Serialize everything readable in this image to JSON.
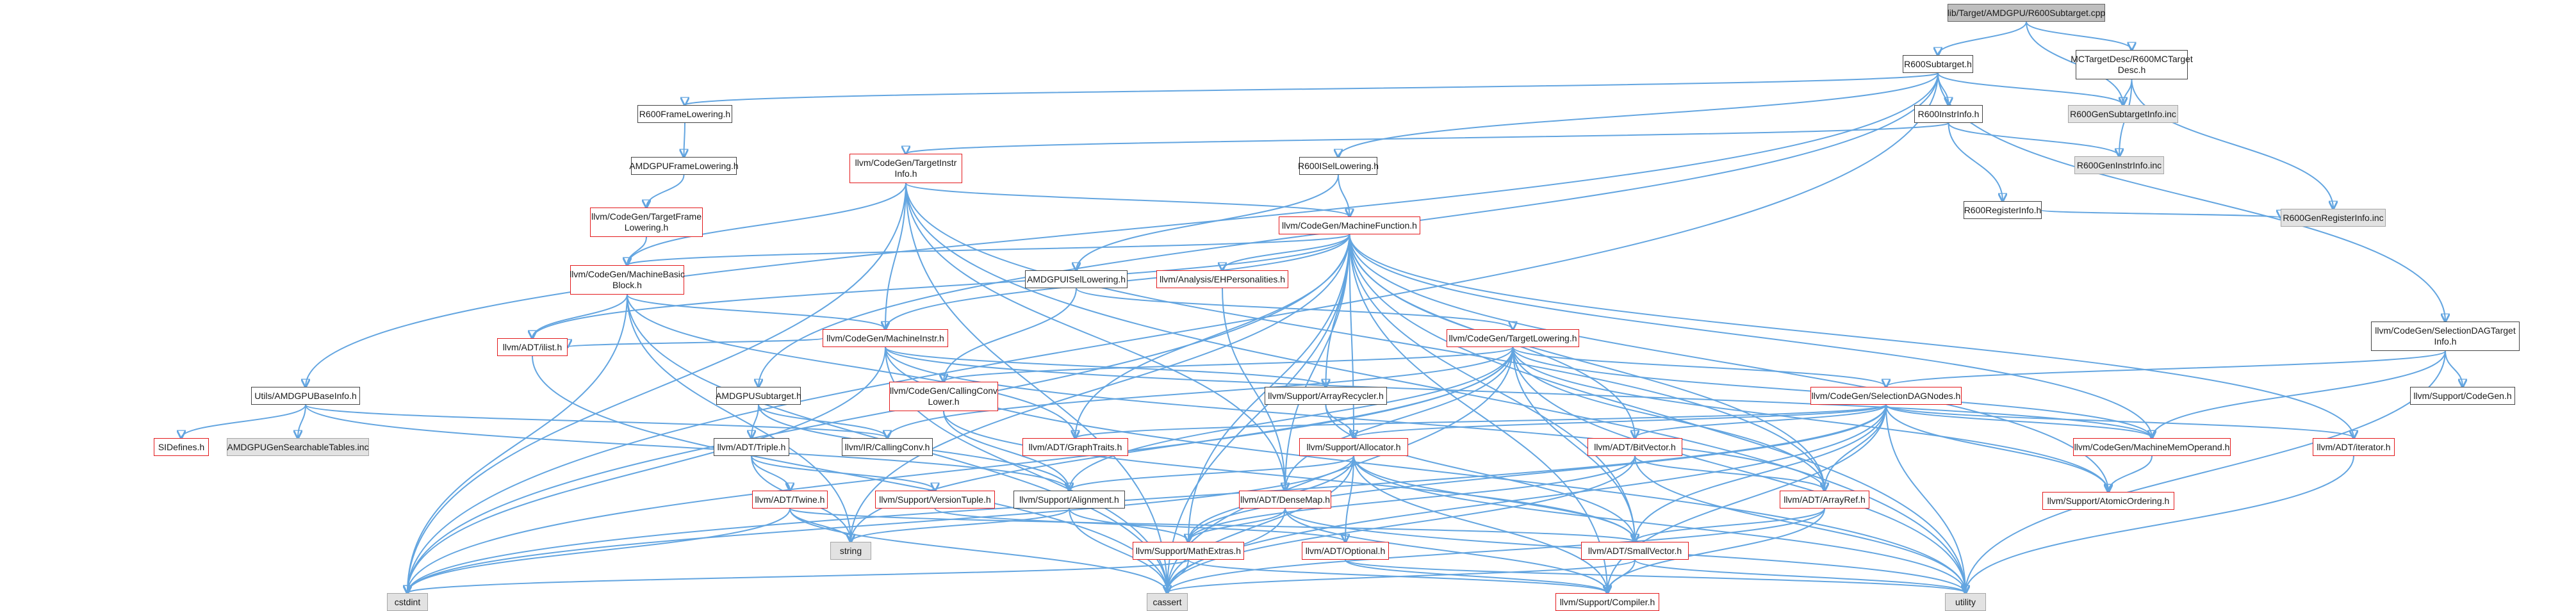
{
  "diagram": {
    "type": "include-dependency-graph",
    "colors": {
      "edge": "#63a5e0",
      "llvm_border": "#e31a1c",
      "project_border": "#444444",
      "system_fill": "#e2e2e2",
      "root_fill": "#bfbfbf"
    },
    "nodes": [
      {
        "id": "root",
        "label": "lib/Target/AMDGPU/R600Subtarget.cpp",
        "cat": "root"
      },
      {
        "id": "r600subtarget",
        "label": "R600Subtarget.h",
        "cat": "proj"
      },
      {
        "id": "mctargetdesc",
        "label": "MCTargetDesc/R600MCTarget\nDesc.h",
        "cat": "proj"
      },
      {
        "id": "genSubtargetInfo",
        "label": "R600GenSubtargetInfo.inc",
        "cat": "sys"
      },
      {
        "id": "frameLowering",
        "label": "R600FrameLowering.h",
        "cat": "proj"
      },
      {
        "id": "instrInfo",
        "label": "R600InstrInfo.h",
        "cat": "proj"
      },
      {
        "id": "iselLowering",
        "label": "R600ISelLowering.h",
        "cat": "proj"
      },
      {
        "id": "amdgpuFrameLowering",
        "label": "AMDGPUFrameLowering.h",
        "cat": "proj"
      },
      {
        "id": "targetInstrInfo",
        "label": "llvm/CodeGen/TargetInstr\nInfo.h",
        "cat": "llvm"
      },
      {
        "id": "genInstrInfo",
        "label": "R600GenInstrInfo.inc",
        "cat": "sys"
      },
      {
        "id": "registerInfo",
        "label": "R600RegisterInfo.h",
        "cat": "proj"
      },
      {
        "id": "genRegisterInfo",
        "label": "R600GenRegisterInfo.inc",
        "cat": "sys"
      },
      {
        "id": "targetFrameLowering",
        "label": "llvm/CodeGen/TargetFrame\nLowering.h",
        "cat": "llvm"
      },
      {
        "id": "machineFunction",
        "label": "llvm/CodeGen/MachineFunction.h",
        "cat": "llvm"
      },
      {
        "id": "machineBasicBlock",
        "label": "llvm/CodeGen/MachineBasic\nBlock.h",
        "cat": "llvm"
      },
      {
        "id": "amdgpuISelLowering",
        "label": "AMDGPUISelLowering.h",
        "cat": "proj"
      },
      {
        "id": "ehPersonalities",
        "label": "llvm/Analysis/EHPersonalities.h",
        "cat": "llvm"
      },
      {
        "id": "selectionDAGTargetInfo",
        "label": "llvm/CodeGen/SelectionDAGTarget\nInfo.h",
        "cat": "proj"
      },
      {
        "id": "machineInstr",
        "label": "llvm/CodeGen/MachineInstr.h",
        "cat": "llvm"
      },
      {
        "id": "targetLowering",
        "label": "llvm/CodeGen/TargetLowering.h",
        "cat": "llvm"
      },
      {
        "id": "amdgpuBaseInfo",
        "label": "Utils/AMDGPUBaseInfo.h",
        "cat": "proj"
      },
      {
        "id": "ilist",
        "label": "llvm/ADT/ilist.h",
        "cat": "llvm"
      },
      {
        "id": "amdgpuSubtarget",
        "label": "AMDGPUSubtarget.h",
        "cat": "proj"
      },
      {
        "id": "callingConvLower",
        "label": "llvm/CodeGen/CallingConv\nLower.h",
        "cat": "llvm"
      },
      {
        "id": "arrayRecycler",
        "label": "llvm/Support/ArrayRecycler.h",
        "cat": "proj"
      },
      {
        "id": "selectionDAGNodes",
        "label": "llvm/CodeGen/SelectionDAGNodes.h",
        "cat": "llvm"
      },
      {
        "id": "supportCodeGen",
        "label": "llvm/Support/CodeGen.h",
        "cat": "proj"
      },
      {
        "id": "siDefines",
        "label": "SIDefines.h",
        "cat": "llvm"
      },
      {
        "id": "genSearchableTables",
        "label": "AMDGPUGenSearchableTables.inc",
        "cat": "sys"
      },
      {
        "id": "triple",
        "label": "llvm/ADT/Triple.h",
        "cat": "proj"
      },
      {
        "id": "callingConv",
        "label": "llvm/IR/CallingConv.h",
        "cat": "proj"
      },
      {
        "id": "graphTraits",
        "label": "llvm/ADT/GraphTraits.h",
        "cat": "llvm"
      },
      {
        "id": "allocator",
        "label": "llvm/Support/Allocator.h",
        "cat": "llvm"
      },
      {
        "id": "bitVector",
        "label": "llvm/ADT/BitVector.h",
        "cat": "llvm"
      },
      {
        "id": "machineMemOperand",
        "label": "llvm/CodeGen/MachineMemOperand.h",
        "cat": "llvm"
      },
      {
        "id": "iterator",
        "label": "llvm/ADT/iterator.h",
        "cat": "llvm"
      },
      {
        "id": "twine",
        "label": "llvm/ADT/Twine.h",
        "cat": "llvm"
      },
      {
        "id": "versionTuple",
        "label": "llvm/Support/VersionTuple.h",
        "cat": "llvm"
      },
      {
        "id": "alignment",
        "label": "llvm/Support/Alignment.h",
        "cat": "proj"
      },
      {
        "id": "denseMap",
        "label": "llvm/ADT/DenseMap.h",
        "cat": "llvm"
      },
      {
        "id": "arrayRef",
        "label": "llvm/ADT/ArrayRef.h",
        "cat": "llvm"
      },
      {
        "id": "atomicOrdering",
        "label": "llvm/Support/AtomicOrdering.h",
        "cat": "llvm"
      },
      {
        "id": "string",
        "label": "string",
        "cat": "sys"
      },
      {
        "id": "mathExtras",
        "label": "llvm/Support/MathExtras.h",
        "cat": "llvm"
      },
      {
        "id": "optional",
        "label": "llvm/ADT/Optional.h",
        "cat": "llvm"
      },
      {
        "id": "smallVector",
        "label": "llvm/ADT/SmallVector.h",
        "cat": "llvm"
      },
      {
        "id": "cstdint",
        "label": "cstdint",
        "cat": "sys"
      },
      {
        "id": "cassert",
        "label": "cassert",
        "cat": "sys"
      },
      {
        "id": "compiler",
        "label": "llvm/Support/Compiler.h",
        "cat": "llvm"
      },
      {
        "id": "utility",
        "label": "utility",
        "cat": "sys"
      }
    ],
    "edges": [
      [
        "root",
        "r600subtarget"
      ],
      [
        "root",
        "mctargetdesc"
      ],
      [
        "root",
        "genSubtargetInfo"
      ],
      [
        "mctargetdesc",
        "genSubtargetInfo"
      ],
      [
        "mctargetdesc",
        "genInstrInfo"
      ],
      [
        "mctargetdesc",
        "genRegisterInfo"
      ],
      [
        "r600subtarget",
        "frameLowering"
      ],
      [
        "r600subtarget",
        "instrInfo"
      ],
      [
        "r600subtarget",
        "iselLowering"
      ],
      [
        "r600subtarget",
        "genSubtargetInfo"
      ],
      [
        "r600subtarget",
        "amdgpuSubtarget"
      ],
      [
        "r600subtarget",
        "amdgpuBaseInfo"
      ],
      [
        "r600subtarget",
        "selectionDAGTargetInfo"
      ],
      [
        "r600subtarget",
        "cstdint"
      ],
      [
        "frameLowering",
        "amdgpuFrameLowering"
      ],
      [
        "amdgpuFrameLowering",
        "targetFrameLowering"
      ],
      [
        "targetFrameLowering",
        "machineBasicBlock"
      ],
      [
        "instrInfo",
        "targetInstrInfo"
      ],
      [
        "instrInfo",
        "genInstrInfo"
      ],
      [
        "instrInfo",
        "registerInfo"
      ],
      [
        "registerInfo",
        "genRegisterInfo"
      ],
      [
        "iselLowering",
        "amdgpuISelLowering"
      ],
      [
        "iselLowering",
        "machineFunction"
      ],
      [
        "targetInstrInfo",
        "machineBasicBlock"
      ],
      [
        "targetInstrInfo",
        "machineFunction"
      ],
      [
        "targetInstrInfo",
        "machineInstr"
      ],
      [
        "targetInstrInfo",
        "arrayRef"
      ],
      [
        "targetInstrInfo",
        "denseMap"
      ],
      [
        "targetInstrInfo",
        "cassert"
      ],
      [
        "targetInstrInfo",
        "cstdint"
      ],
      [
        "targetInstrInfo",
        "utility"
      ],
      [
        "machineFunction",
        "machineBasicBlock"
      ],
      [
        "machineFunction",
        "machineInstr"
      ],
      [
        "machineFunction",
        "ehPersonalities"
      ],
      [
        "machineFunction",
        "arrayRecycler"
      ],
      [
        "machineFunction",
        "allocator"
      ],
      [
        "machineFunction",
        "bitVector"
      ],
      [
        "machineFunction",
        "graphTraits"
      ],
      [
        "machineFunction",
        "ilist"
      ],
      [
        "machineFunction",
        "denseMap"
      ],
      [
        "machineFunction",
        "smallVector"
      ],
      [
        "machineFunction",
        "arrayRef"
      ],
      [
        "machineFunction",
        "machineMemOperand"
      ],
      [
        "machineFunction",
        "atomicOrdering"
      ],
      [
        "machineFunction",
        "iterator"
      ],
      [
        "machineFunction",
        "compiler"
      ],
      [
        "machineFunction",
        "cassert"
      ],
      [
        "machineFunction",
        "cstdint"
      ],
      [
        "machineFunction",
        "utility"
      ],
      [
        "machineFunction",
        "string"
      ],
      [
        "machineFunction",
        "mathExtras"
      ],
      [
        "machineBasicBlock",
        "machineInstr"
      ],
      [
        "machineBasicBlock",
        "graphTraits"
      ],
      [
        "machineBasicBlock",
        "ilist"
      ],
      [
        "machineBasicBlock",
        "cassert"
      ],
      [
        "machineBasicBlock",
        "cstdint"
      ],
      [
        "machineBasicBlock",
        "string"
      ],
      [
        "machineInstr",
        "ilist"
      ],
      [
        "machineInstr",
        "arrayRecycler"
      ],
      [
        "machineInstr",
        "machineMemOperand"
      ],
      [
        "machineInstr",
        "arrayRef"
      ],
      [
        "machineInstr",
        "cstdint"
      ],
      [
        "machineInstr",
        "utility"
      ],
      [
        "machineInstr",
        "cassert"
      ],
      [
        "amdgpuISelLowering",
        "targetLowering"
      ],
      [
        "amdgpuISelLowering",
        "callingConvLower"
      ],
      [
        "ehPersonalities",
        "denseMap"
      ],
      [
        "targetLowering",
        "selectionDAGNodes"
      ],
      [
        "targetLowering",
        "callingConvLower"
      ],
      [
        "targetLowering",
        "callingConv"
      ],
      [
        "targetLowering",
        "alignment"
      ],
      [
        "targetLowering",
        "arrayRef"
      ],
      [
        "targetLowering",
        "denseMap"
      ],
      [
        "targetLowering",
        "smallVector"
      ],
      [
        "targetLowering",
        "atomicOrdering"
      ],
      [
        "targetLowering",
        "cassert"
      ],
      [
        "targetLowering",
        "cstdint"
      ],
      [
        "targetLowering",
        "utility"
      ],
      [
        "targetLowering",
        "machineMemOperand"
      ],
      [
        "targetLowering",
        "string"
      ],
      [
        "selectionDAGTargetInfo",
        "selectionDAGNodes"
      ],
      [
        "selectionDAGTargetInfo",
        "supportCodeGen"
      ],
      [
        "selectionDAGTargetInfo",
        "utility"
      ],
      [
        "selectionDAGTargetInfo",
        "machineMemOperand"
      ],
      [
        "selectionDAGNodes",
        "graphTraits"
      ],
      [
        "selectionDAGNodes",
        "bitVector"
      ],
      [
        "selectionDAGNodes",
        "arrayRef"
      ],
      [
        "selectionDAGNodes",
        "machineMemOperand"
      ],
      [
        "selectionDAGNodes",
        "iterator"
      ],
      [
        "selectionDAGNodes",
        "smallVector"
      ],
      [
        "selectionDAGNodes",
        "allocator"
      ],
      [
        "selectionDAGNodes",
        "atomicOrdering"
      ],
      [
        "selectionDAGNodes",
        "compiler"
      ],
      [
        "selectionDAGNodes",
        "mathExtras"
      ],
      [
        "selectionDAGNodes",
        "cassert"
      ],
      [
        "selectionDAGNodes",
        "utility"
      ],
      [
        "selectionDAGNodes",
        "cstdint"
      ],
      [
        "amdgpuBaseInfo",
        "siDefines"
      ],
      [
        "amdgpuBaseInfo",
        "genSearchableTables"
      ],
      [
        "amdgpuBaseInfo",
        "callingConv"
      ],
      [
        "amdgpuBaseInfo",
        "alignment"
      ],
      [
        "amdgpuSubtarget",
        "triple"
      ],
      [
        "amdgpuSubtarget",
        "callingConv"
      ],
      [
        "amdgpuSubtarget",
        "alignment"
      ],
      [
        "ilist",
        "cassert"
      ],
      [
        "callingConvLower",
        "alignment"
      ],
      [
        "callingConvLower",
        "smallVector"
      ],
      [
        "arrayRecycler",
        "allocator"
      ],
      [
        "arrayRecycler",
        "smallVector"
      ],
      [
        "triple",
        "twine"
      ],
      [
        "triple",
        "versionTuple"
      ],
      [
        "triple",
        "string"
      ],
      [
        "allocator",
        "alignment"
      ],
      [
        "allocator",
        "mathExtras"
      ],
      [
        "allocator",
        "smallVector"
      ],
      [
        "allocator",
        "compiler"
      ],
      [
        "allocator",
        "cassert"
      ],
      [
        "allocator",
        "cstdint"
      ],
      [
        "allocator",
        "utility"
      ],
      [
        "allocator",
        "optional"
      ],
      [
        "bitVector",
        "arrayRef"
      ],
      [
        "bitVector",
        "mathExtras"
      ],
      [
        "bitVector",
        "cassert"
      ],
      [
        "bitVector",
        "utility"
      ],
      [
        "machineMemOperand",
        "atomicOrdering"
      ],
      [
        "iterator",
        "utility"
      ],
      [
        "twine",
        "smallVector"
      ],
      [
        "twine",
        "string"
      ],
      [
        "twine",
        "cassert"
      ],
      [
        "twine",
        "cstdint"
      ],
      [
        "versionTuple",
        "optional"
      ],
      [
        "alignment",
        "mathExtras"
      ],
      [
        "alignment",
        "cassert"
      ],
      [
        "alignment",
        "string"
      ],
      [
        "denseMap",
        "mathExtras"
      ],
      [
        "denseMap",
        "compiler"
      ],
      [
        "denseMap",
        "cassert"
      ],
      [
        "denseMap",
        "utility"
      ],
      [
        "arrayRef",
        "smallVector"
      ],
      [
        "arrayRef",
        "compiler"
      ],
      [
        "arrayRef",
        "cassert"
      ],
      [
        "mathExtras",
        "compiler"
      ],
      [
        "mathExtras",
        "cassert"
      ],
      [
        "mathExtras",
        "cstdint"
      ],
      [
        "optional",
        "compiler"
      ],
      [
        "optional",
        "utility"
      ],
      [
        "smallVector",
        "compiler"
      ],
      [
        "smallVector",
        "utility"
      ],
      [
        "smallVector",
        "cassert"
      ]
    ]
  }
}
